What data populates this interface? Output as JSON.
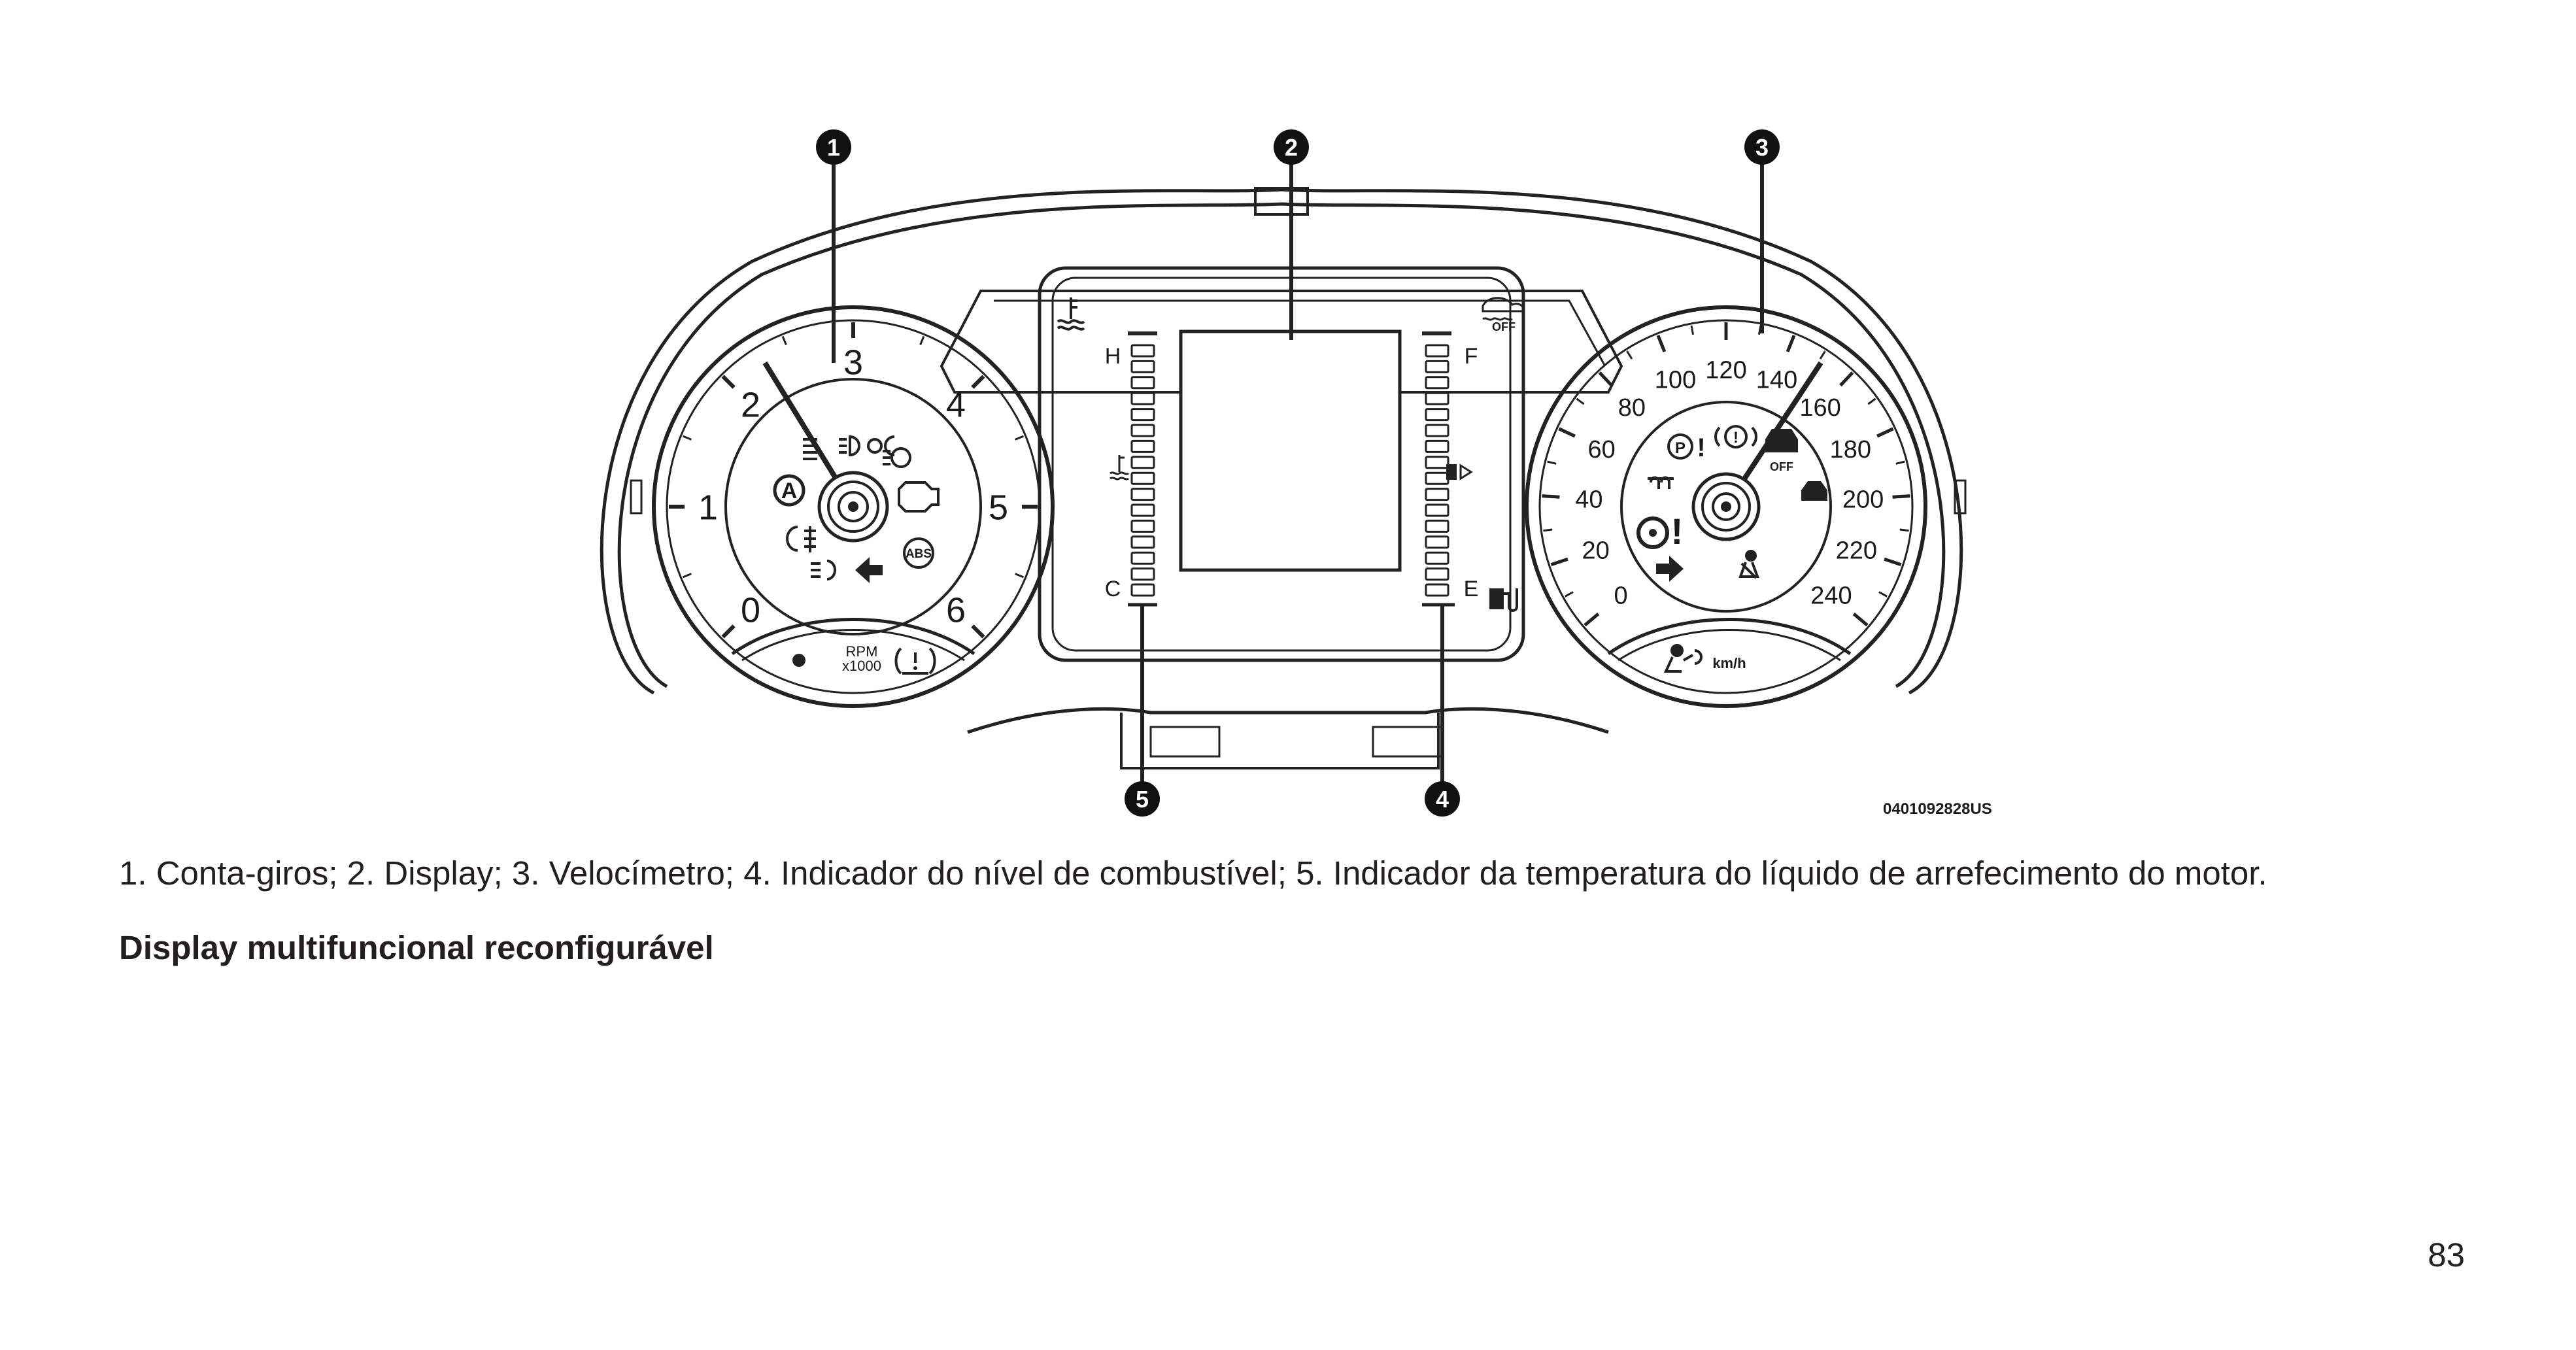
{
  "figure": {
    "callouts": [
      "1",
      "2",
      "3",
      "4",
      "5"
    ],
    "image_code": "0401092828US",
    "tachometer": {
      "numbers": [
        "0",
        "1",
        "2",
        "3",
        "4",
        "5",
        "6"
      ],
      "unit": "RPM",
      "unit_sub": "x1000"
    },
    "speedometer": {
      "numbers": [
        "0",
        "20",
        "40",
        "60",
        "80",
        "100",
        "120",
        "140",
        "160",
        "180",
        "200",
        "220",
        "240"
      ],
      "unit": "km/h"
    },
    "temp_gauge": {
      "high": "H",
      "low": "C"
    },
    "fuel_gauge": {
      "full": "F",
      "empty": "E"
    },
    "off_label": "OFF",
    "abs_label": "ABS",
    "icons": [
      "coolant-temp-icon",
      "traction-off-icon",
      "fuel-pump-icon",
      "headlamp-icon",
      "engine-check-icon",
      "auto-stop-icon",
      "fog-lamp-icon",
      "turn-left-icon",
      "abs-icon",
      "tpms-icon",
      "parking-brake-icon",
      "brake-warning-icon",
      "power-steering-icon",
      "turn-right-icon",
      "seatbelt-icon",
      "airbag-icon"
    ]
  },
  "caption": "1. Conta-giros; 2. Display; 3. Velocímetro; 4. Indicador do nível de combustível; 5. Indicador da temperatura do líquido de arrefecimento do motor.",
  "heading": "Display multifuncional reconfigurável",
  "page_number": "83"
}
